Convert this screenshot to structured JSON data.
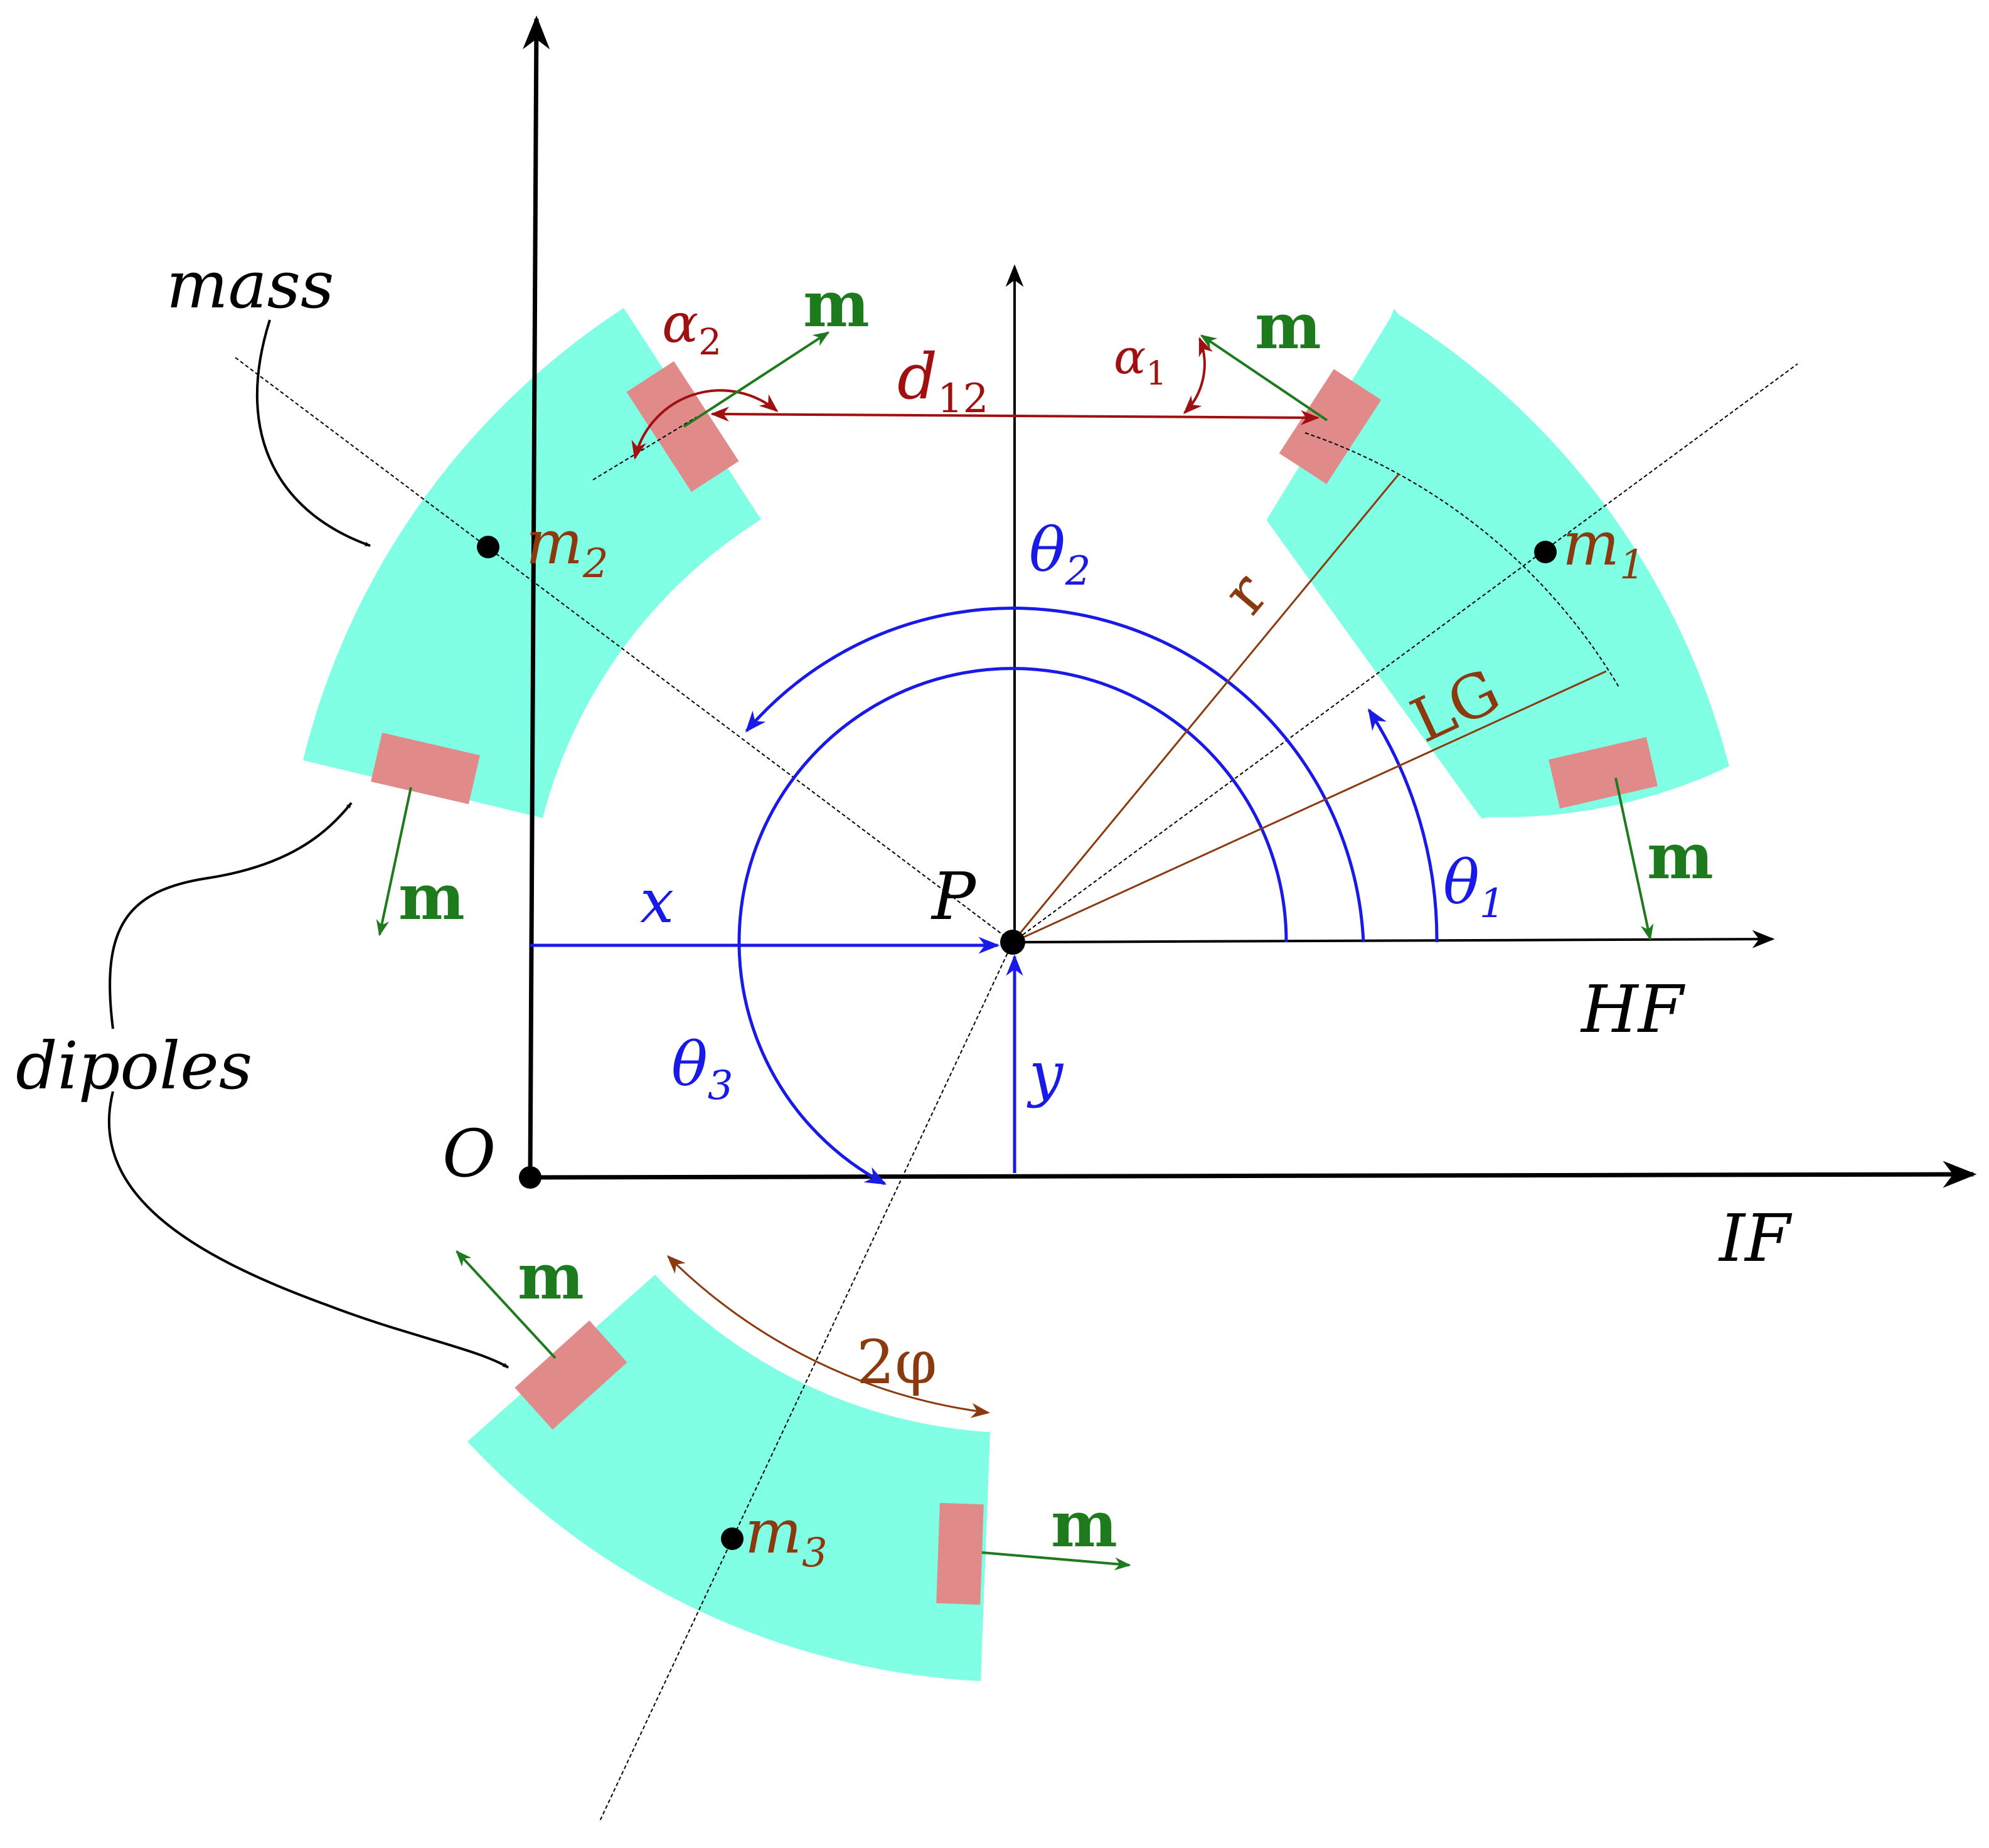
{
  "labels": {
    "mass": "mass",
    "dipoles": "dipoles",
    "origin": "O",
    "point_p": "P",
    "axis_if": "IF",
    "axis_hf": "HF",
    "x": "x",
    "y": "y",
    "theta": "θ",
    "theta1_sub": "1",
    "theta2_sub": "2",
    "theta3_sub": "3",
    "m": "m",
    "m1_sub": "1",
    "m2_sub": "2",
    "m3_sub": "3",
    "dipole_m": "m",
    "r": "r",
    "lg": "LG",
    "d": "d",
    "d12_sub": "12",
    "alpha": "α",
    "alpha1_sub": "1",
    "alpha2_sub": "2",
    "two_phi": "2φ"
  },
  "colors": {
    "segment_fill": "#80ffe5",
    "magnet_fill": "#e08a8a",
    "angles_blue": "#1a1ae6",
    "geometry_brown": "#8b3a0f",
    "distance_darkred": "#a01010",
    "dipole_green": "#1d7a1d"
  }
}
